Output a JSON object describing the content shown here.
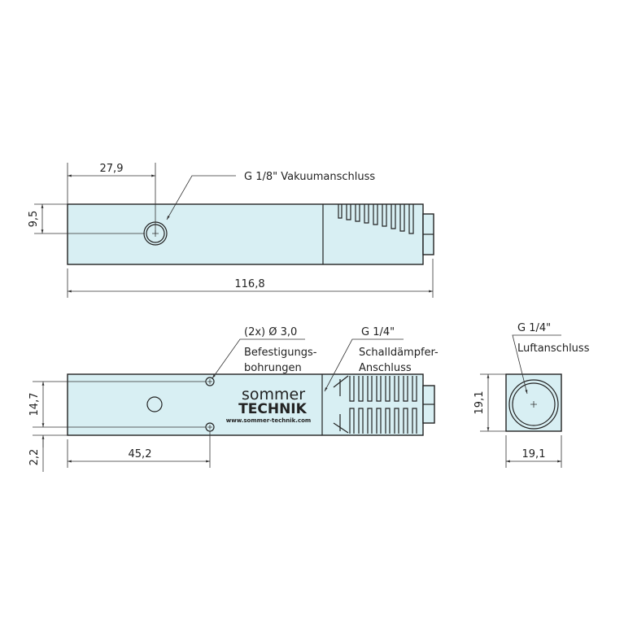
{
  "top_view": {
    "dim_hole_x": "27,9",
    "dim_hole_y": "9,5",
    "dim_length": "116,8",
    "vacuum_label": "G 1/8\" Vakuumanschluss"
  },
  "bottom_view": {
    "holes_label": "(2x) Ø 3,0",
    "holes_desc_1": "Befestigungs-",
    "holes_desc_2": "bohrungen",
    "silencer_thread": "G 1/4\"",
    "silencer_desc_1": "Schalldämpfer-",
    "silencer_desc_2": "Anschluss",
    "dim_hole_spacing": "14,7",
    "dim_edge": "2,2",
    "dim_hole_x": "45,2",
    "logo_line1": "sommer",
    "logo_line2": "TECHNIK",
    "logo_url": "www.sommer-technik.com"
  },
  "end_view": {
    "thread": "G 1/4\"",
    "label": "Luftanschluss",
    "dim_height": "19,1",
    "dim_width": "19,1"
  },
  "colors": {
    "body_fill": "#d8eff3",
    "line": "#222222"
  }
}
